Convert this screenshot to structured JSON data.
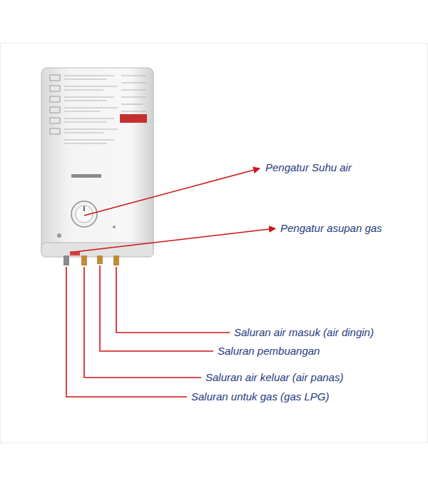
{
  "diagram": {
    "labels": [
      "Pengatur Suhu air",
      "Pengatur asupan gas",
      "Saluran air masuk (air dingin)",
      "Saluran pembuangan",
      "Saluran air keluar (air panas)",
      "Saluran untuk gas (gas LPG)"
    ]
  }
}
